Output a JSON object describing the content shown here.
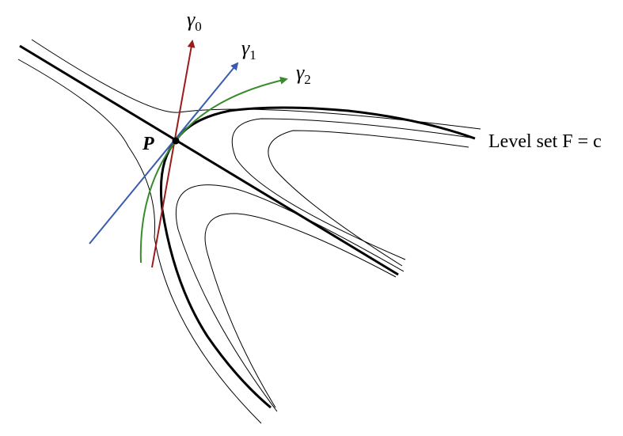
{
  "labels": {
    "point": "P",
    "level_set": "Level set F = c"
  },
  "curves": [
    {
      "symbol": "γ",
      "subscript": "0",
      "color": "#9b1b1b"
    },
    {
      "symbol": "γ",
      "subscript": "1",
      "color": "#3a5cb0"
    },
    {
      "symbol": "γ",
      "subscript": "2",
      "color": "#3a8a2e"
    }
  ],
  "colors": {
    "level_curves": "#000000",
    "point_marker": "#000000"
  }
}
